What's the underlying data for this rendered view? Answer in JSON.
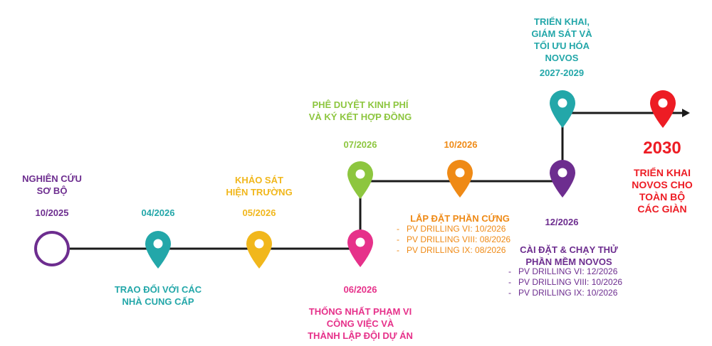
{
  "colors": {
    "purple": "#6d2d8f",
    "teal": "#23a7a9",
    "yellow": "#f1b71c",
    "magenta": "#e6318a",
    "green": "#8dc63f",
    "orange": "#ef8a16",
    "red": "#ed1c24",
    "line": "#1a1a1a"
  },
  "milestones": {
    "m1": {
      "date": "10/2025",
      "title": [
        "NGHIÊN CỨU",
        "SƠ BỘ"
      ]
    },
    "m2": {
      "date": "04/2026",
      "title": [
        "TRAO ĐỔI VỚI CÁC",
        "NHÀ CUNG CẤP"
      ]
    },
    "m3": {
      "date": "05/2026",
      "title": [
        "KHẢO SÁT",
        "HIỆN TRƯỜNG"
      ]
    },
    "m4": {
      "date": "06/2026",
      "title": [
        "THỐNG NHẤT PHẠM VI",
        "CÔNG VIỆC VÀ",
        "THÀNH LẬP ĐỘI DỰ ÁN"
      ]
    },
    "m5": {
      "date": "07/2026",
      "title": [
        "PHÊ DUYỆT KINH PHÍ",
        "VÀ KÝ KẾT HỢP ĐỒNG"
      ]
    },
    "m6": {
      "date": "10/2026",
      "title": [
        "LẮP ĐẶT PHẦN CỨNG"
      ],
      "items": [
        "PV DRILLING VI: 10/2026",
        "PV DRILLING VIII: 08/2026",
        "PV DRILLING IX: 08/2026"
      ]
    },
    "m7": {
      "date": "12/2026",
      "title": [
        "CÀI ĐẶT & CHẠY THỬ",
        "PHẦN MỀM NOVOS"
      ],
      "items": [
        "PV DRILLING VI: 12/2026",
        "PV DRILLING VIII: 10/2026",
        "PV DRILLING IX: 10/2026"
      ]
    },
    "m8": {
      "date": "2027-2029",
      "title": [
        "TRIỂN KHAI,",
        "GIÁM SÁT VÀ",
        "TỐI ƯU HÓA",
        "NOVOS"
      ]
    },
    "m9": {
      "date": "2030",
      "title": [
        "TRIỂN KHAI",
        "NOVOS CHO",
        "TOÀN BỘ",
        "CÁC GIÀN"
      ]
    }
  }
}
